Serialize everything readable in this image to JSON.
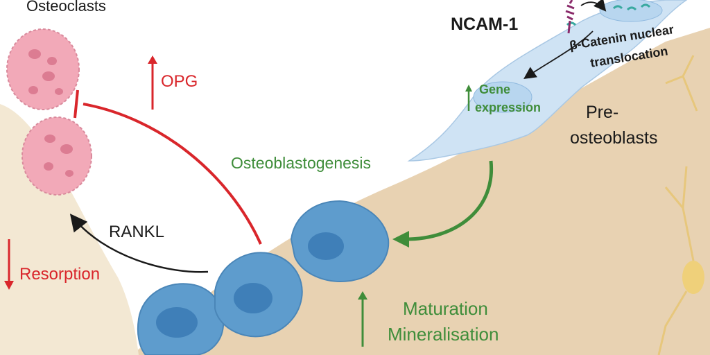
{
  "labels": {
    "osteoclasts": "Osteoclasts",
    "opg": "OPG",
    "rankl": "RANKL",
    "resorption": "Resorption",
    "osteoblastogenesis": "Osteoblastogenesis",
    "ncam": "NCAM-1",
    "catenin_line1": "β-Catenin nuclear",
    "catenin_line2": "translocation",
    "gene_line1": "Gene",
    "gene_line2": "expression",
    "pre_line1": "Pre-",
    "pre_line2": "osteoblasts",
    "maturation": "Maturation",
    "mineralisation": "Mineralisation"
  },
  "colors": {
    "red": "#d9262b",
    "green": "#3f8d3a",
    "osteoclast_pink": "#f2a9b8",
    "osteoblast_blue": "#5e9ccd",
    "pre_osteoblast_blue": "#cfe3f4",
    "bone_tan": "#e8d2b2"
  }
}
